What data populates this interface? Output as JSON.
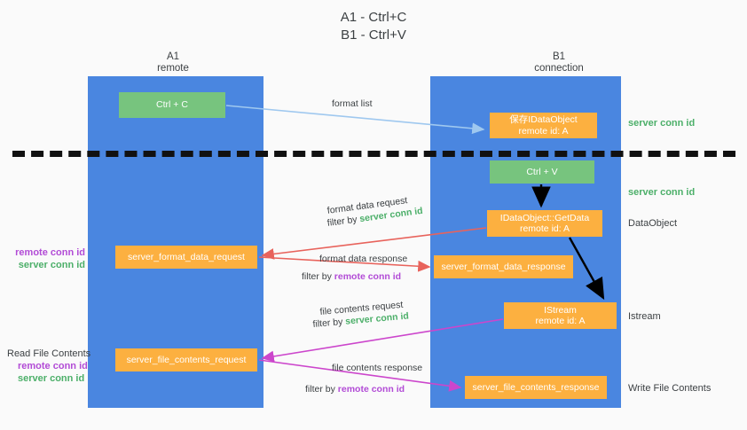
{
  "title": "A1 - Ctrl+C\nB1 - Ctrl+V",
  "columns": {
    "left": {
      "name": "A1",
      "role": "remote",
      "header": "A1\nremote"
    },
    "right": {
      "name": "B1",
      "role": "connection",
      "header": "B1\nconnection"
    }
  },
  "colors": {
    "panel_blue": "#4a86e0",
    "box_green": "#77c47e",
    "box_orange": "#fcb040",
    "server_conn_green": "#4caf69",
    "remote_conn_purple": "#b24bd6",
    "arrow_blue": "#9fc8ef",
    "arrow_red": "#e8635c",
    "arrow_magenta": "#cc46cc",
    "arrow_black": "#000000",
    "divider_black": "#111111",
    "background": "#fafafa"
  },
  "boxes": {
    "ctrl_c": "Ctrl + C",
    "save_idataobject": "保存IDataObject\nremote id: A",
    "ctrl_v": "Ctrl + V",
    "getdata": "IDataObject::GetData\nremote id: A",
    "server_format_data_request": "server_format_data_request",
    "server_format_data_response": "server_format_data_response",
    "istream": "IStream\nremote id: A",
    "server_file_contents_request": "server_file_contents_request",
    "server_file_contents_response": "server_file_contents_response"
  },
  "edge_labels": {
    "format_list": "format list",
    "format_data_request": "format data request",
    "format_data_request_filter_prefix": "filter by ",
    "format_data_request_filter_value": "server conn id",
    "format_data_response": "format data response",
    "format_data_response_filter_prefix": "filter by ",
    "format_data_response_filter_value": "remote conn id",
    "file_contents_request": "file contents request",
    "file_contents_request_filter_prefix": "filter by ",
    "file_contents_request_filter_value": "server conn id",
    "file_contents_response": "file contents response",
    "file_contents_response_filter_prefix": "filter by ",
    "file_contents_response_filter_value": "remote conn id"
  },
  "annotations": {
    "right": {
      "server_conn_id_top": "server conn id",
      "server_conn_id_mid": "server conn id",
      "dataobject": "DataObject",
      "istream": "Istream",
      "write_file_contents": "Write File Contents"
    },
    "left": {
      "remote_conn_id_1": "remote conn id",
      "server_conn_id_1": "server conn id",
      "read_file_contents": "Read File Contents",
      "remote_conn_id_2": "remote conn id",
      "server_conn_id_2": "server conn id"
    }
  }
}
